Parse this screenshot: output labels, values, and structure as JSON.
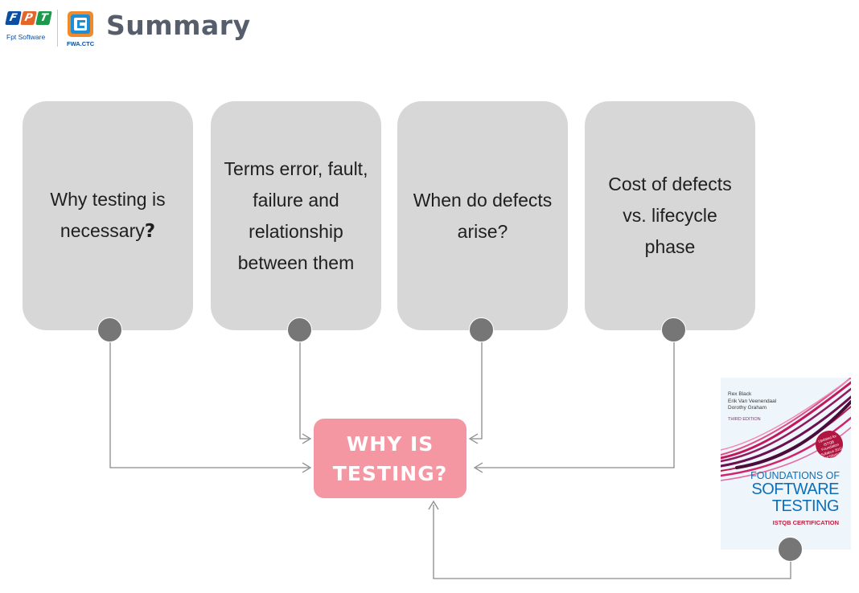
{
  "header": {
    "fpt_letters": [
      "F",
      "P",
      "T"
    ],
    "fpt_colors": [
      "#0b4ea2",
      "#e4652a",
      "#1a9a4a"
    ],
    "fpt_subtitle": "Fpt Software",
    "fwa_label": "FWA.CTC",
    "title": "Summary"
  },
  "cards": [
    {
      "text": "Why testing is\nnecessary",
      "suffix": "?"
    },
    {
      "text": "Terms error, fault,\nfailure and\nrelationship\nbetween them",
      "suffix": ""
    },
    {
      "text": "When do defects\narise?",
      "suffix": ""
    },
    {
      "text": "Cost of defects\nvs. lifecycle\nphase",
      "suffix": ""
    }
  ],
  "center": {
    "label": "WHY IS\nTESTING?",
    "color": "#f497a2"
  },
  "book": {
    "authors": "Rex Black\nErik Van Veenendaal\nDorothy Graham",
    "edition": "THIRD EDITION",
    "badge": "Updated for ISTQB Foundation Syllabus 2011 and Glossary 2.1",
    "line1": "FOUNDATIONS OF",
    "line2": "SOFTWARE",
    "line3": "TESTING",
    "cert": "ISTQB CERTIFICATION"
  },
  "colors": {
    "card_bg": "#d7d7d7",
    "dot": "#767676",
    "connector": "#8a8a8a"
  }
}
